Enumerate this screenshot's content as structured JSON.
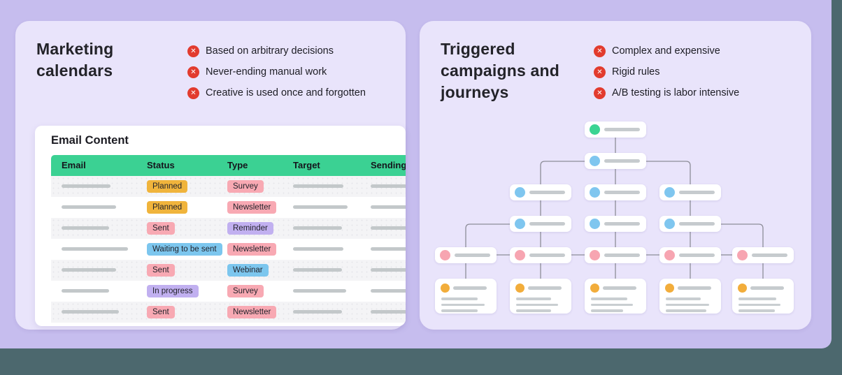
{
  "colors": {
    "page_backdrop": "#4c686e",
    "outer_lavender": "#c6bdee",
    "panel_lavender": "#e9e4fb",
    "table_header_green": "#3bd193",
    "bullet_icon_red": "#e23b2e",
    "badge_yellow": "#f0b43c",
    "badge_pink": "#f8a9b3",
    "badge_blue": "#7cc6ee",
    "badge_purple": "#c1b0f0",
    "dot_green": "#3bd493",
    "dot_blue": "#7fc6ef",
    "dot_pink": "#f7a5b1",
    "dot_yellow": "#f2ad3b",
    "connector_gray": "#8d8d98"
  },
  "left_panel": {
    "title": "Marketing calendars",
    "bullet_icon": "x-circle-icon",
    "bullets": [
      "Based on arbitrary decisions",
      "Never-ending manual work",
      "Creative is used once and forgotten"
    ],
    "table": {
      "title": "Email Content",
      "columns": [
        "Email",
        "Status",
        "Type",
        "Target",
        "Sending"
      ],
      "rows": [
        {
          "email_w": 70,
          "status": "Planned",
          "status_color": "yellow",
          "type": "Survey",
          "type_color": "pink",
          "target_w": 72,
          "sending_w": 62
        },
        {
          "email_w": 78,
          "status": "Planned",
          "status_color": "yellow",
          "type": "Newsletter",
          "type_color": "pink",
          "target_w": 78,
          "sending_w": 62
        },
        {
          "email_w": 68,
          "status": "Sent",
          "status_color": "pink",
          "type": "Reminder",
          "type_color": "purple",
          "target_w": 70,
          "sending_w": 62
        },
        {
          "email_w": 95,
          "status": "Waiting to be sent",
          "status_color": "blue",
          "type": "Newsletter",
          "type_color": "pink",
          "target_w": 72,
          "sending_w": 62
        },
        {
          "email_w": 78,
          "status": "Sent",
          "status_color": "pink",
          "type": "Webinar",
          "type_color": "blue",
          "target_w": 70,
          "sending_w": 62
        },
        {
          "email_w": 68,
          "status": "In progress",
          "status_color": "purple",
          "type": "Survey",
          "type_color": "pink",
          "target_w": 76,
          "sending_w": 62
        },
        {
          "email_w": 82,
          "status": "Sent",
          "status_color": "pink",
          "type": "Newsletter",
          "type_color": "pink",
          "target_w": 70,
          "sending_w": 62
        }
      ]
    }
  },
  "right_panel": {
    "title": "Triggered campaigns and journeys",
    "bullet_icon": "x-circle-icon",
    "bullets": [
      "Complex and expensive",
      "Rigid rules",
      "A/B testing is labor intensive"
    ],
    "diagram": {
      "levels": [
        {
          "kind": "node",
          "dot": "green",
          "cols": [
            3
          ]
        },
        {
          "kind": "node",
          "dot": "blue",
          "cols": [
            3
          ]
        },
        {
          "kind": "node",
          "dot": "blue",
          "cols": [
            2,
            3,
            4
          ]
        },
        {
          "kind": "node",
          "dot": "blue",
          "cols": [
            2,
            3,
            4
          ]
        },
        {
          "kind": "node",
          "dot": "pink",
          "cols": [
            1,
            2,
            3,
            4,
            5
          ]
        },
        {
          "kind": "card",
          "dot": "yellow",
          "cols": [
            1,
            2,
            3,
            4,
            5
          ],
          "card_lines": [
            [
              52,
              62,
              52
            ],
            [
              50,
              60,
              50
            ],
            [
              52,
              60,
              46
            ],
            [
              50,
              62,
              58
            ],
            [
              54,
              60,
              52
            ]
          ]
        }
      ]
    }
  }
}
